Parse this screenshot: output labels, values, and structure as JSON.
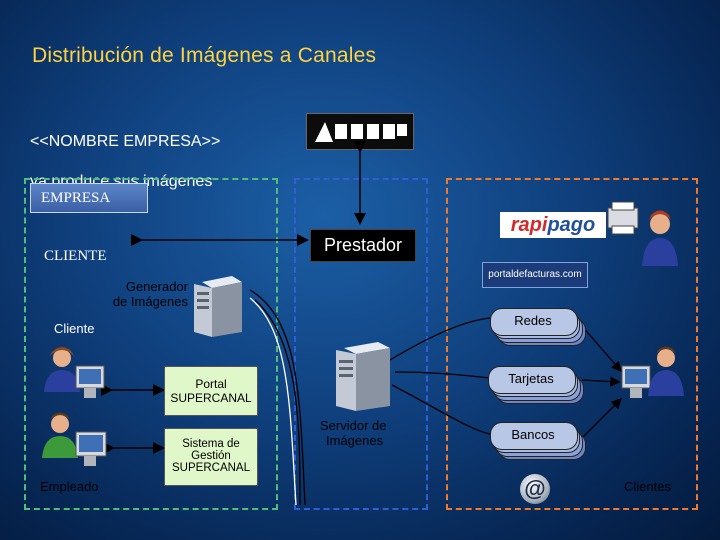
{
  "title": "Distribución de Imágenes a Canales",
  "header": {
    "line1": "<<NOMBRE EMPRESA>>",
    "line2": "ya produce sus imágenes"
  },
  "empresa_box": "EMPRESA",
  "cliente_label": "CLIENTE",
  "prestador": "Prestador",
  "generador": {
    "line1": "Generador",
    "line2": "de Imágenes"
  },
  "cliente_small": "Cliente",
  "empleado": "Empleado",
  "portal": {
    "line1": "Portal",
    "line2": "SUPERCANAL"
  },
  "sistema": {
    "line1": "Sistema de",
    "line2": "Gestión",
    "line3": "SUPERCANAL"
  },
  "servidor": {
    "line1": "Servidor de",
    "line2": "Imágenes"
  },
  "canales": {
    "redes": "Redes",
    "tarjetas": "Tarjetas",
    "bancos": "Bancos"
  },
  "clientes": "Clientes",
  "logos": {
    "rapi": "rapi",
    "pago": "pago",
    "portal": "portaldefacturas.com"
  },
  "colors": {
    "title": "#ffd23f",
    "green_dash": "#4fbf7a",
    "blue_dash": "#2f5fd6",
    "orange_dash": "#f07a2a",
    "card_fill": "#b8c7e6"
  }
}
